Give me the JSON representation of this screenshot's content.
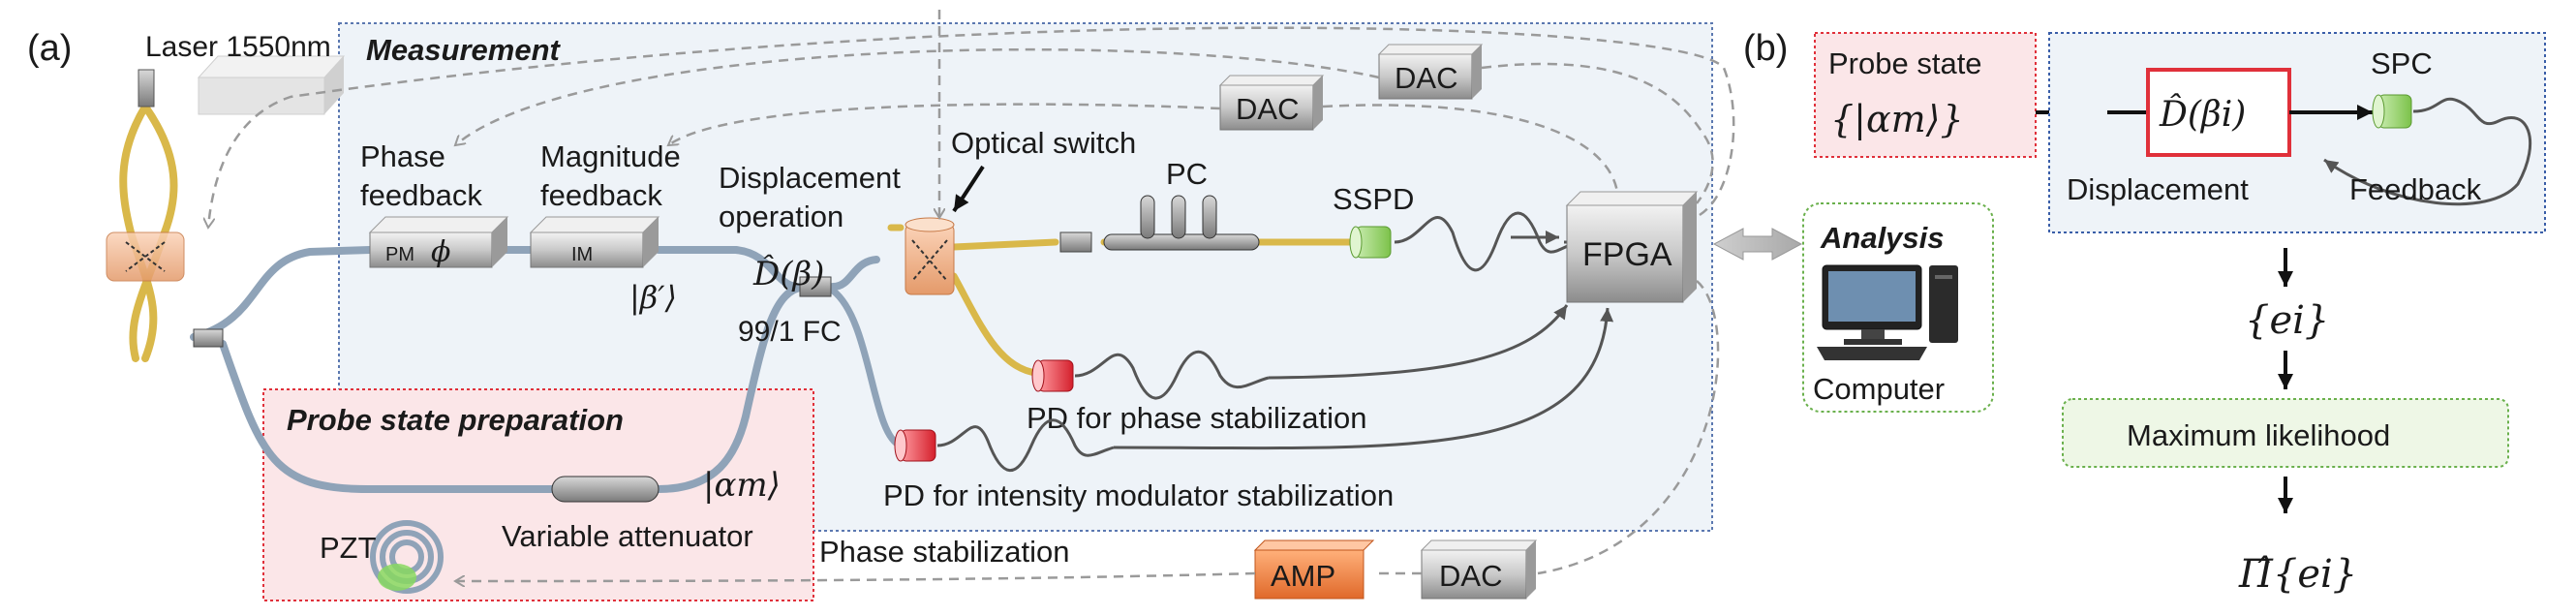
{
  "panel_a": {
    "tag": "(a)",
    "laser": "Laser 1550nm",
    "measurement_title": "Measurement",
    "dac_top": "DAC",
    "dac_mid": "DAC",
    "phase_feedback": [
      "Phase",
      "feedback"
    ],
    "magnitude_feedback": [
      "Magnitude",
      "feedback"
    ],
    "pm_label": "PM",
    "pm_symbol": "ϕ",
    "im_label": "IM",
    "beta_prime": "|β′⟩",
    "displacement_op": [
      "Displacement",
      "operation"
    ],
    "displacement_symbol": "D̂(β)",
    "optical_switch": "Optical switch",
    "pc": "PC",
    "sspd": "SSPD",
    "fpga": "FPGA",
    "fc": "99/1 FC",
    "pd_phase": "PD for phase stabilization",
    "pd_intensity": "PD for intensity modulator stabilization",
    "probe_prep_title": "Probe state preparation",
    "alpha_m": "|αm⟩",
    "pzt": "PZT",
    "variable_attenuator": "Variable attenuator",
    "phase_stabilization": "Phase stabilization",
    "amp": "AMP",
    "dac_bottom": "DAC",
    "analysis_title": "Analysis",
    "computer": "Computer"
  },
  "panel_b": {
    "tag": "(b)",
    "probe_state": "Probe state",
    "probe_set": "{|αm⟩}",
    "displacement_box": "D̂(βi)",
    "spc": "SPC",
    "displacement": "Displacement",
    "feedback": "Feedback",
    "outcomes": "{ei}",
    "max_likelihood": "Maximum likelihood",
    "povm": "Π̂{ei}"
  },
  "colors": {
    "fiber_blue": "#8fa3b8",
    "fiber_yellow": "#d9b84a",
    "measurement_bg": "#eef3f8",
    "probe_bg": "#fbe6e8",
    "red_border": "#e0303a",
    "blue_border": "#3a5ea8",
    "green_border": "#6ab04c",
    "amp_orange": "#f08a4b"
  }
}
